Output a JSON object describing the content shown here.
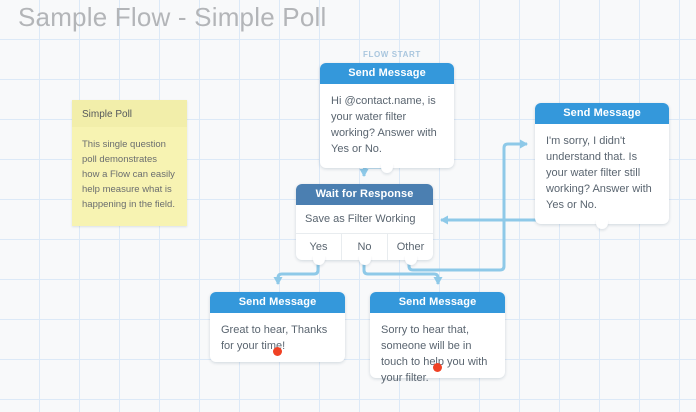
{
  "page": {
    "title": "Sample Flow - Simple Poll",
    "background_color": "#f8f9fa",
    "grid_color": "#dce9f7"
  },
  "colors": {
    "send_message_header": "#3498db",
    "wait_header": "#4b7fb1",
    "connector": "#8ec9e8",
    "end_dot": "#f04124",
    "note_background": "#f7f3b2",
    "title_text": "#b3b5b8",
    "flow_start_text": "#a9c6de"
  },
  "flow_start": {
    "label": "FLOW START"
  },
  "note": {
    "title": "Simple Poll",
    "body": "This single question poll demonstrates how a Flow can easily help measure what is happening in the field."
  },
  "nodes": {
    "question": {
      "header": "Send Message",
      "body": "Hi @contact.name, is your water filter working? Answer with Yes or No."
    },
    "retry": {
      "header": "Send Message",
      "body": "I'm sorry, I didn't understand that. Is your water filter still working? Answer with Yes or No."
    },
    "wait": {
      "header": "Wait for Response",
      "save_as": "Save as Filter Working",
      "options": [
        {
          "label": "Yes"
        },
        {
          "label": "No"
        },
        {
          "label": "Other"
        }
      ]
    },
    "reply_yes": {
      "header": "Send Message",
      "body": "Great to hear, Thanks for your time!"
    },
    "reply_no": {
      "header": "Send Message",
      "body": "Sorry to hear that, someone will be in touch to help you with your filter."
    }
  }
}
